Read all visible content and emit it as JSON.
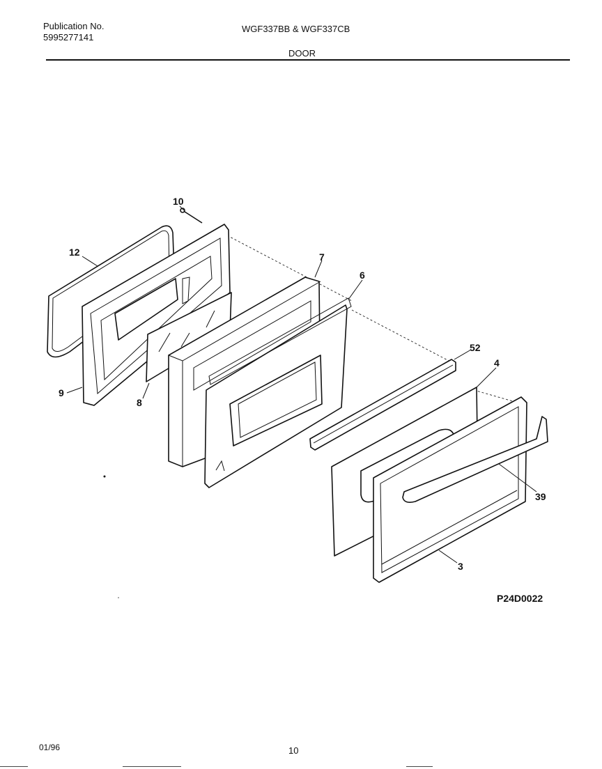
{
  "header": {
    "publication_label": "Publication No.",
    "publication_number": "5995277141",
    "models": "WGF337BB & WGF337CB",
    "section": "DOOR"
  },
  "diagram": {
    "code": "P24D0022",
    "callouts": [
      "10",
      "12",
      "7",
      "6",
      "9",
      "8",
      "52",
      "4",
      "39",
      "3"
    ]
  },
  "footer": {
    "date": "01/96",
    "page": "10"
  }
}
